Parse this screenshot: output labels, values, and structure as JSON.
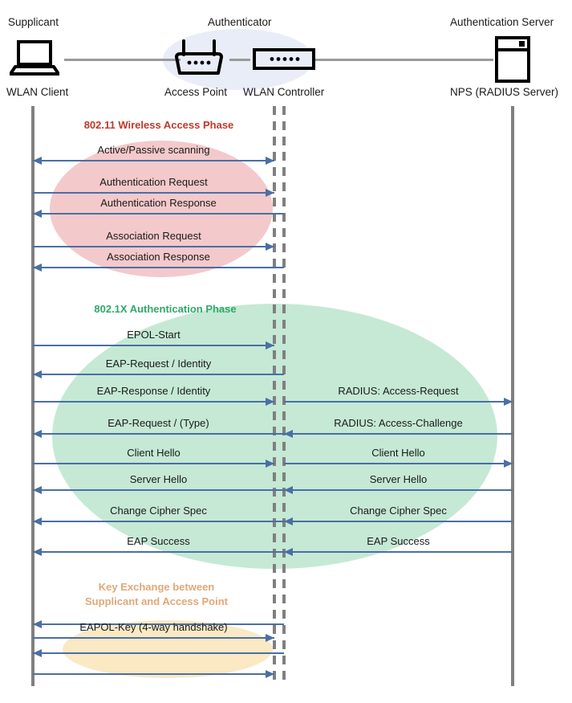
{
  "actors": [
    {
      "id": "supplicant",
      "role": "Supplicant",
      "device": "WLAN Client",
      "icon": "laptop-icon"
    },
    {
      "id": "authenticator",
      "role": "Authenticator",
      "device_ap": "Access Point",
      "device_wlc": "WLAN Controller",
      "icon_ap": "wireless-router-icon",
      "icon_wlc": "wlan-controller-icon"
    },
    {
      "id": "auth-server",
      "role": "Authentication Server",
      "device": "NPS (RADIUS Server)",
      "icon": "server-tower-icon"
    }
  ],
  "phases": [
    {
      "id": "wireless-access",
      "label": "802.11 Wireless Access Phase",
      "color": "#c0392b",
      "ellipse_color": "#f4c9cb"
    },
    {
      "id": "dot1x-auth",
      "label": "802.1X Authentication Phase",
      "color": "#2fa86a",
      "ellipse_color": "#c5e9d5"
    },
    {
      "id": "key-exchange",
      "label": "Key Exchange between\nSupplicant and Access Point",
      "color": "#e0a878",
      "ellipse_color": "#fbe9c4"
    }
  ],
  "messages_left": [
    {
      "label": "Active/Passive scanning",
      "direction": "both",
      "phase": "wireless-access"
    },
    {
      "label": "Authentication Request",
      "direction": "right",
      "phase": "wireless-access"
    },
    {
      "label": "Authentication Response",
      "direction": "left",
      "phase": "wireless-access"
    },
    {
      "label": "Association Request",
      "direction": "right",
      "phase": "wireless-access"
    },
    {
      "label": "Association Response",
      "direction": "left",
      "phase": "wireless-access"
    },
    {
      "label": "EPOL-Start",
      "direction": "right",
      "phase": "dot1x-auth"
    },
    {
      "label": "EAP-Request / Identity",
      "direction": "left",
      "phase": "dot1x-auth"
    },
    {
      "label": "EAP-Response / Identity",
      "direction": "right",
      "phase": "dot1x-auth"
    },
    {
      "label": "EAP-Request / (Type)",
      "direction": "left",
      "phase": "dot1x-auth"
    },
    {
      "label": "Client Hello",
      "direction": "right",
      "phase": "dot1x-auth"
    },
    {
      "label": "Server Hello",
      "direction": "left",
      "phase": "dot1x-auth"
    },
    {
      "label": "Change Cipher Spec",
      "direction": "left",
      "phase": "dot1x-auth"
    },
    {
      "label": "EAP Success",
      "direction": "left",
      "phase": "dot1x-auth"
    },
    {
      "label": "",
      "direction": "left",
      "phase": "key-exchange"
    },
    {
      "label": "EAPOL-Key (4-way handshake)",
      "direction": "right",
      "phase": "key-exchange"
    },
    {
      "label": "",
      "direction": "left",
      "phase": "key-exchange"
    },
    {
      "label": "",
      "direction": "right",
      "phase": "key-exchange"
    }
  ],
  "messages_right": [
    {
      "label": "RADIUS: Access-Request",
      "direction": "right",
      "phase": "dot1x-auth"
    },
    {
      "label": "RADIUS: Access-Challenge",
      "direction": "left",
      "phase": "dot1x-auth"
    },
    {
      "label": "Client Hello",
      "direction": "right",
      "phase": "dot1x-auth"
    },
    {
      "label": "Server Hello",
      "direction": "left",
      "phase": "dot1x-auth"
    },
    {
      "label": "Change Cipher Spec",
      "direction": "left",
      "phase": "dot1x-auth"
    },
    {
      "label": "EAP Success",
      "direction": "left",
      "phase": "dot1x-auth"
    }
  ]
}
